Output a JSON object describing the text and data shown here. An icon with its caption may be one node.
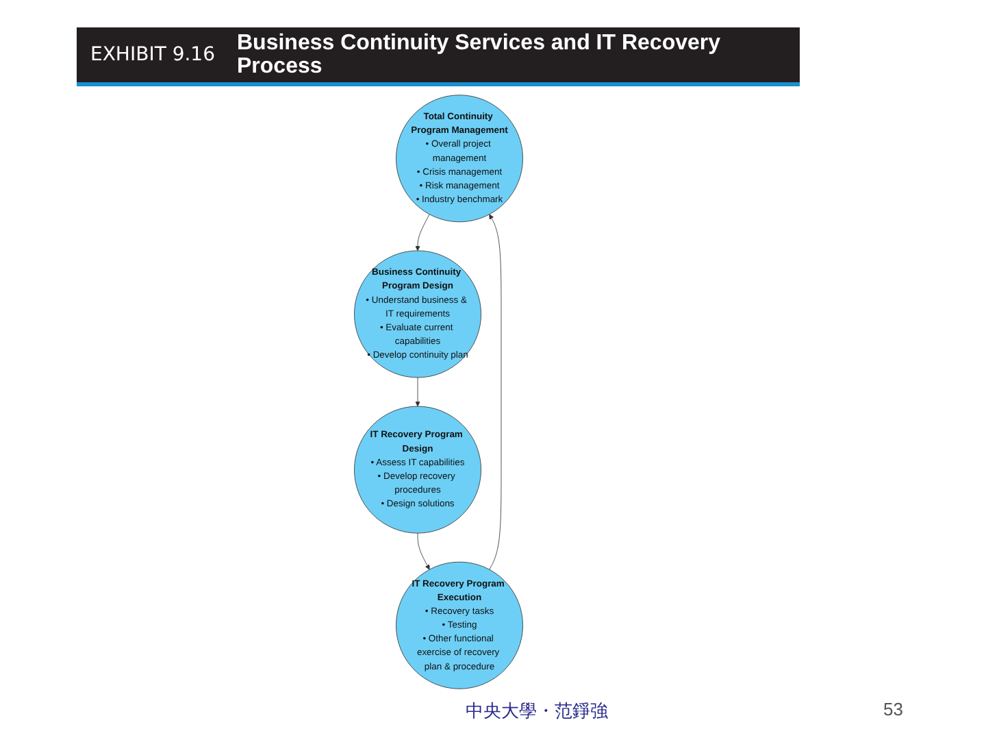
{
  "diagram": {
    "title": "Business Continuity Services and IT Recovery Process",
    "nodes": [
      {
        "text": [
          "Total Continuity Program Management",
          "• Overall project management",
          "• Crisis management",
          "• Risk management",
          "• Industry benchmark"
        ]
      },
      {
        "text": [
          "Business Continuity Program Design",
          "• Understand business & IT requirements",
          "• Evaluate current capabilities",
          "• Develop continuity plan"
        ]
      },
      {
        "text": [
          "IT Recovery Program Execution",
          "• Recovery tasks",
          "• Testing",
          "• Other functional exercise of recovery plan & procedure"
        ]
      },
      {
        "text": [
          "IT Recovery Program Design",
          "• Assess IT capabilities",
          "• Develop recovery procedures",
          "• Design solutions"
        ]
      }
    ],
    "edges": [
      {
        "from": 0,
        "to": 1,
        "arrow": "to"
      },
      {
        "from": 1,
        "to": 3,
        "arrow": "to"
      },
      {
        "from": 3,
        "to": 2,
        "arrow": "to"
      },
      {
        "from": 2,
        "to": 0,
        "arrow": "to"
      }
    ],
    "labels": [
      "EXHIBIT 9.16",
      "中央大學・范錚強",
      "53"
    ]
  }
}
